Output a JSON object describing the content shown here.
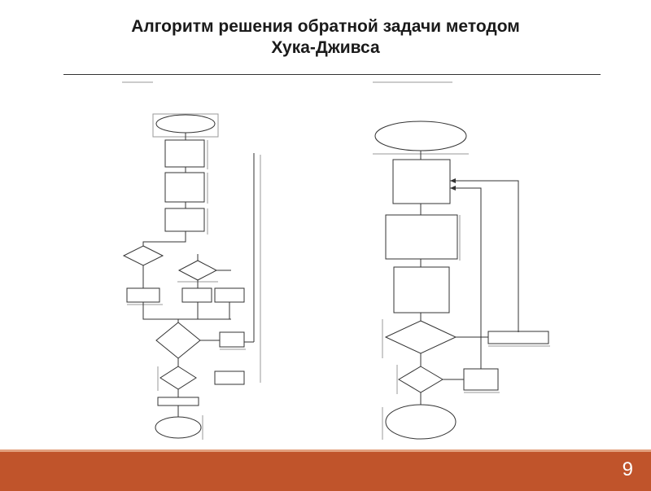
{
  "slide": {
    "title_line1": "Алгоритм решения обратной задачи методом",
    "title_line2": "Хука-Дживса",
    "page_number": "9"
  },
  "colors": {
    "footer": "#c0542b",
    "footer_border": "#e2a07e",
    "text": "#1a1a1a",
    "diagram_stroke": "#333333"
  }
}
